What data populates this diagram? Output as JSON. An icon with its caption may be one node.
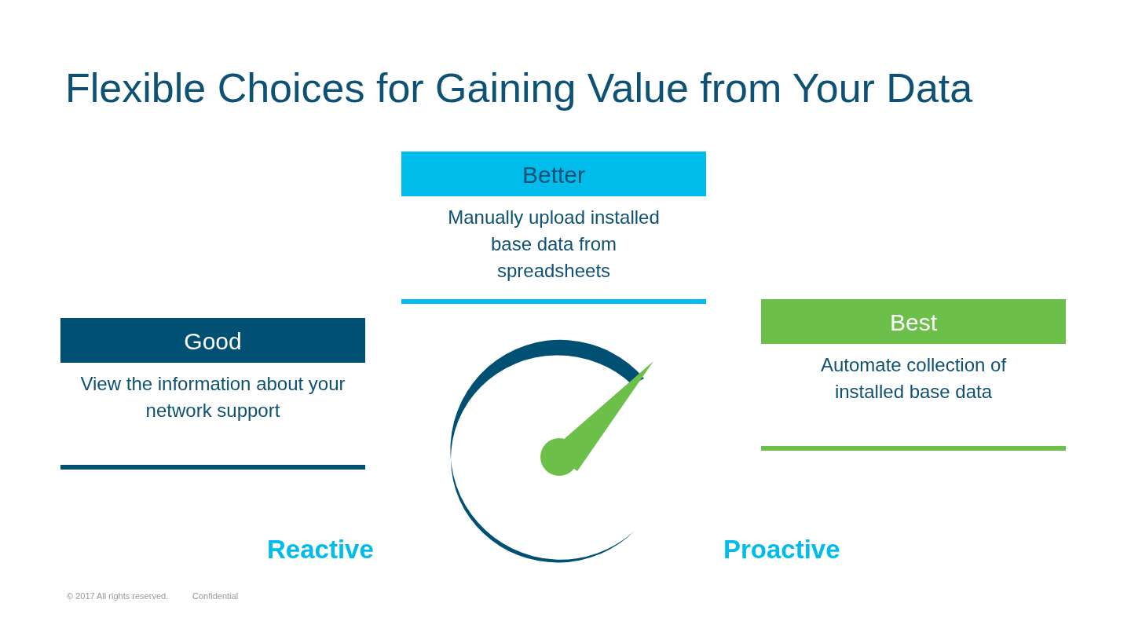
{
  "diagram": {
    "title": "Flexible Choices for Gaining Value from Your Data",
    "nodes": [
      {
        "text": [
          "Better",
          "Manually upload installed base data from spreadsheets"
        ]
      },
      {
        "text": [
          "Best",
          "Automate collection of installed base data"
        ]
      },
      {
        "text": [
          "Good",
          "View the information about your network support"
        ]
      }
    ],
    "edges": [],
    "labels": [
      "Reactive",
      "Proactive",
      "© 2017 All rights reserved.",
      "Confidential"
    ]
  }
}
